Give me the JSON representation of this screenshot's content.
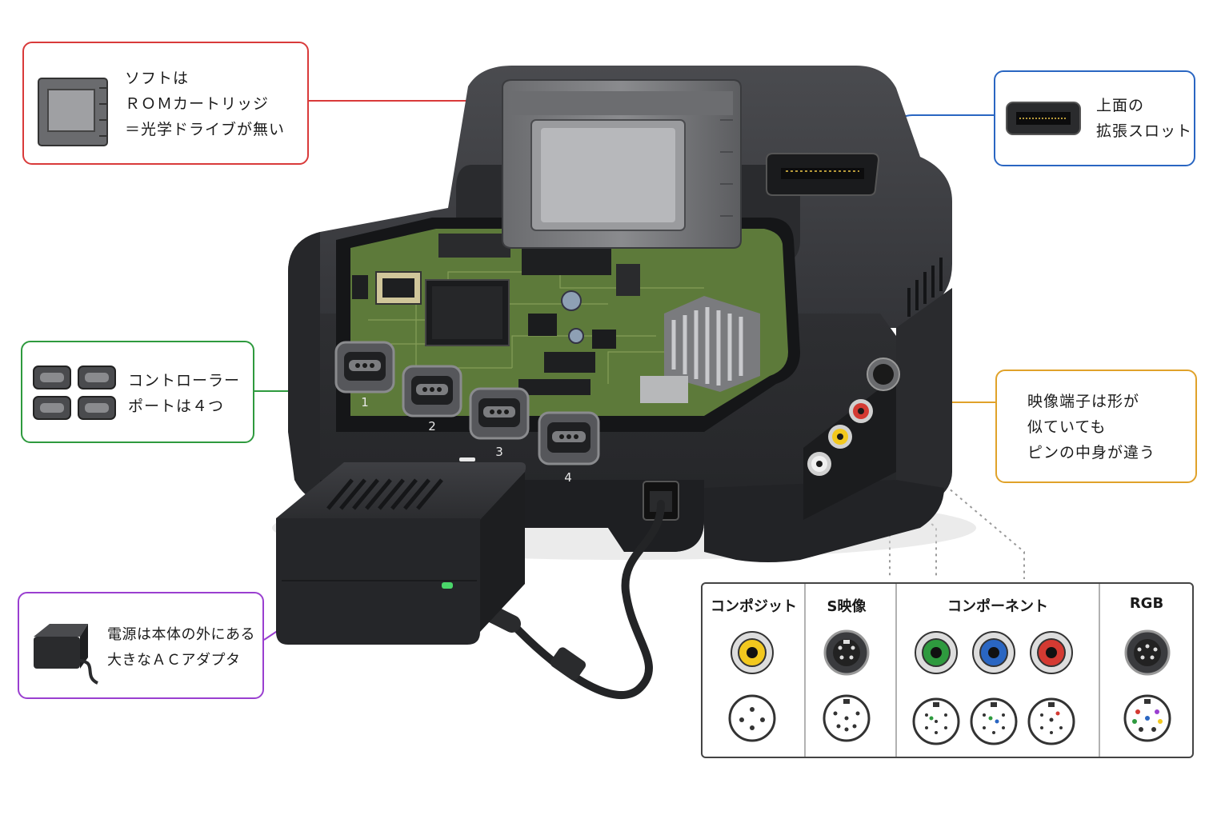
{
  "callouts": {
    "cartridge": {
      "lines": [
        "ソフトは",
        "ＲＯＭカートリッジ",
        "＝光学ドライブが無い"
      ],
      "color": "#d93a3a"
    },
    "expansion": {
      "lines": [
        "上面の",
        "拡張スロット"
      ],
      "color": "#2a66c2"
    },
    "controller": {
      "lines": [
        "コントローラー",
        "ポートは４つ"
      ],
      "color": "#2e9a3e"
    },
    "video": {
      "lines": [
        "映像端子は形が",
        "似ていても",
        "ピンの中身が違う"
      ],
      "color": "#e0a22a"
    },
    "power": {
      "lines": [
        "電源は本体の外にある",
        "大きなＡＣアダプタ"
      ],
      "color": "#9a3fd0"
    }
  },
  "ports": {
    "numbers": [
      "1",
      "2",
      "3",
      "4"
    ]
  },
  "signals": {
    "headers": [
      "コンポジット",
      "S映像",
      "コンポーネント",
      "RGB"
    ]
  },
  "colors": {
    "console_body": "#3a3b3e",
    "pcb": "#5d7a3a",
    "led": "#4ad66a",
    "jack_yellow": "#f2c81e",
    "jack_red": "#d43a32",
    "jack_green": "#2e9a3e",
    "jack_blue": "#2a66c2"
  }
}
